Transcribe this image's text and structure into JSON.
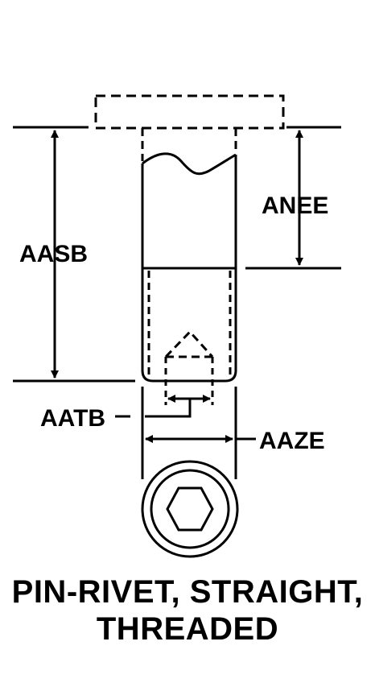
{
  "diagram": {
    "dimension_labels": {
      "aasb": "AASB",
      "anee": "ANEE",
      "aatb": "AATB",
      "aaze": "AAZE"
    },
    "caption": {
      "line1": "PIN-RIVET, STRAIGHT,",
      "line2": "THREADED"
    },
    "colors": {
      "ink": "#000000",
      "background": "#ffffff"
    }
  }
}
